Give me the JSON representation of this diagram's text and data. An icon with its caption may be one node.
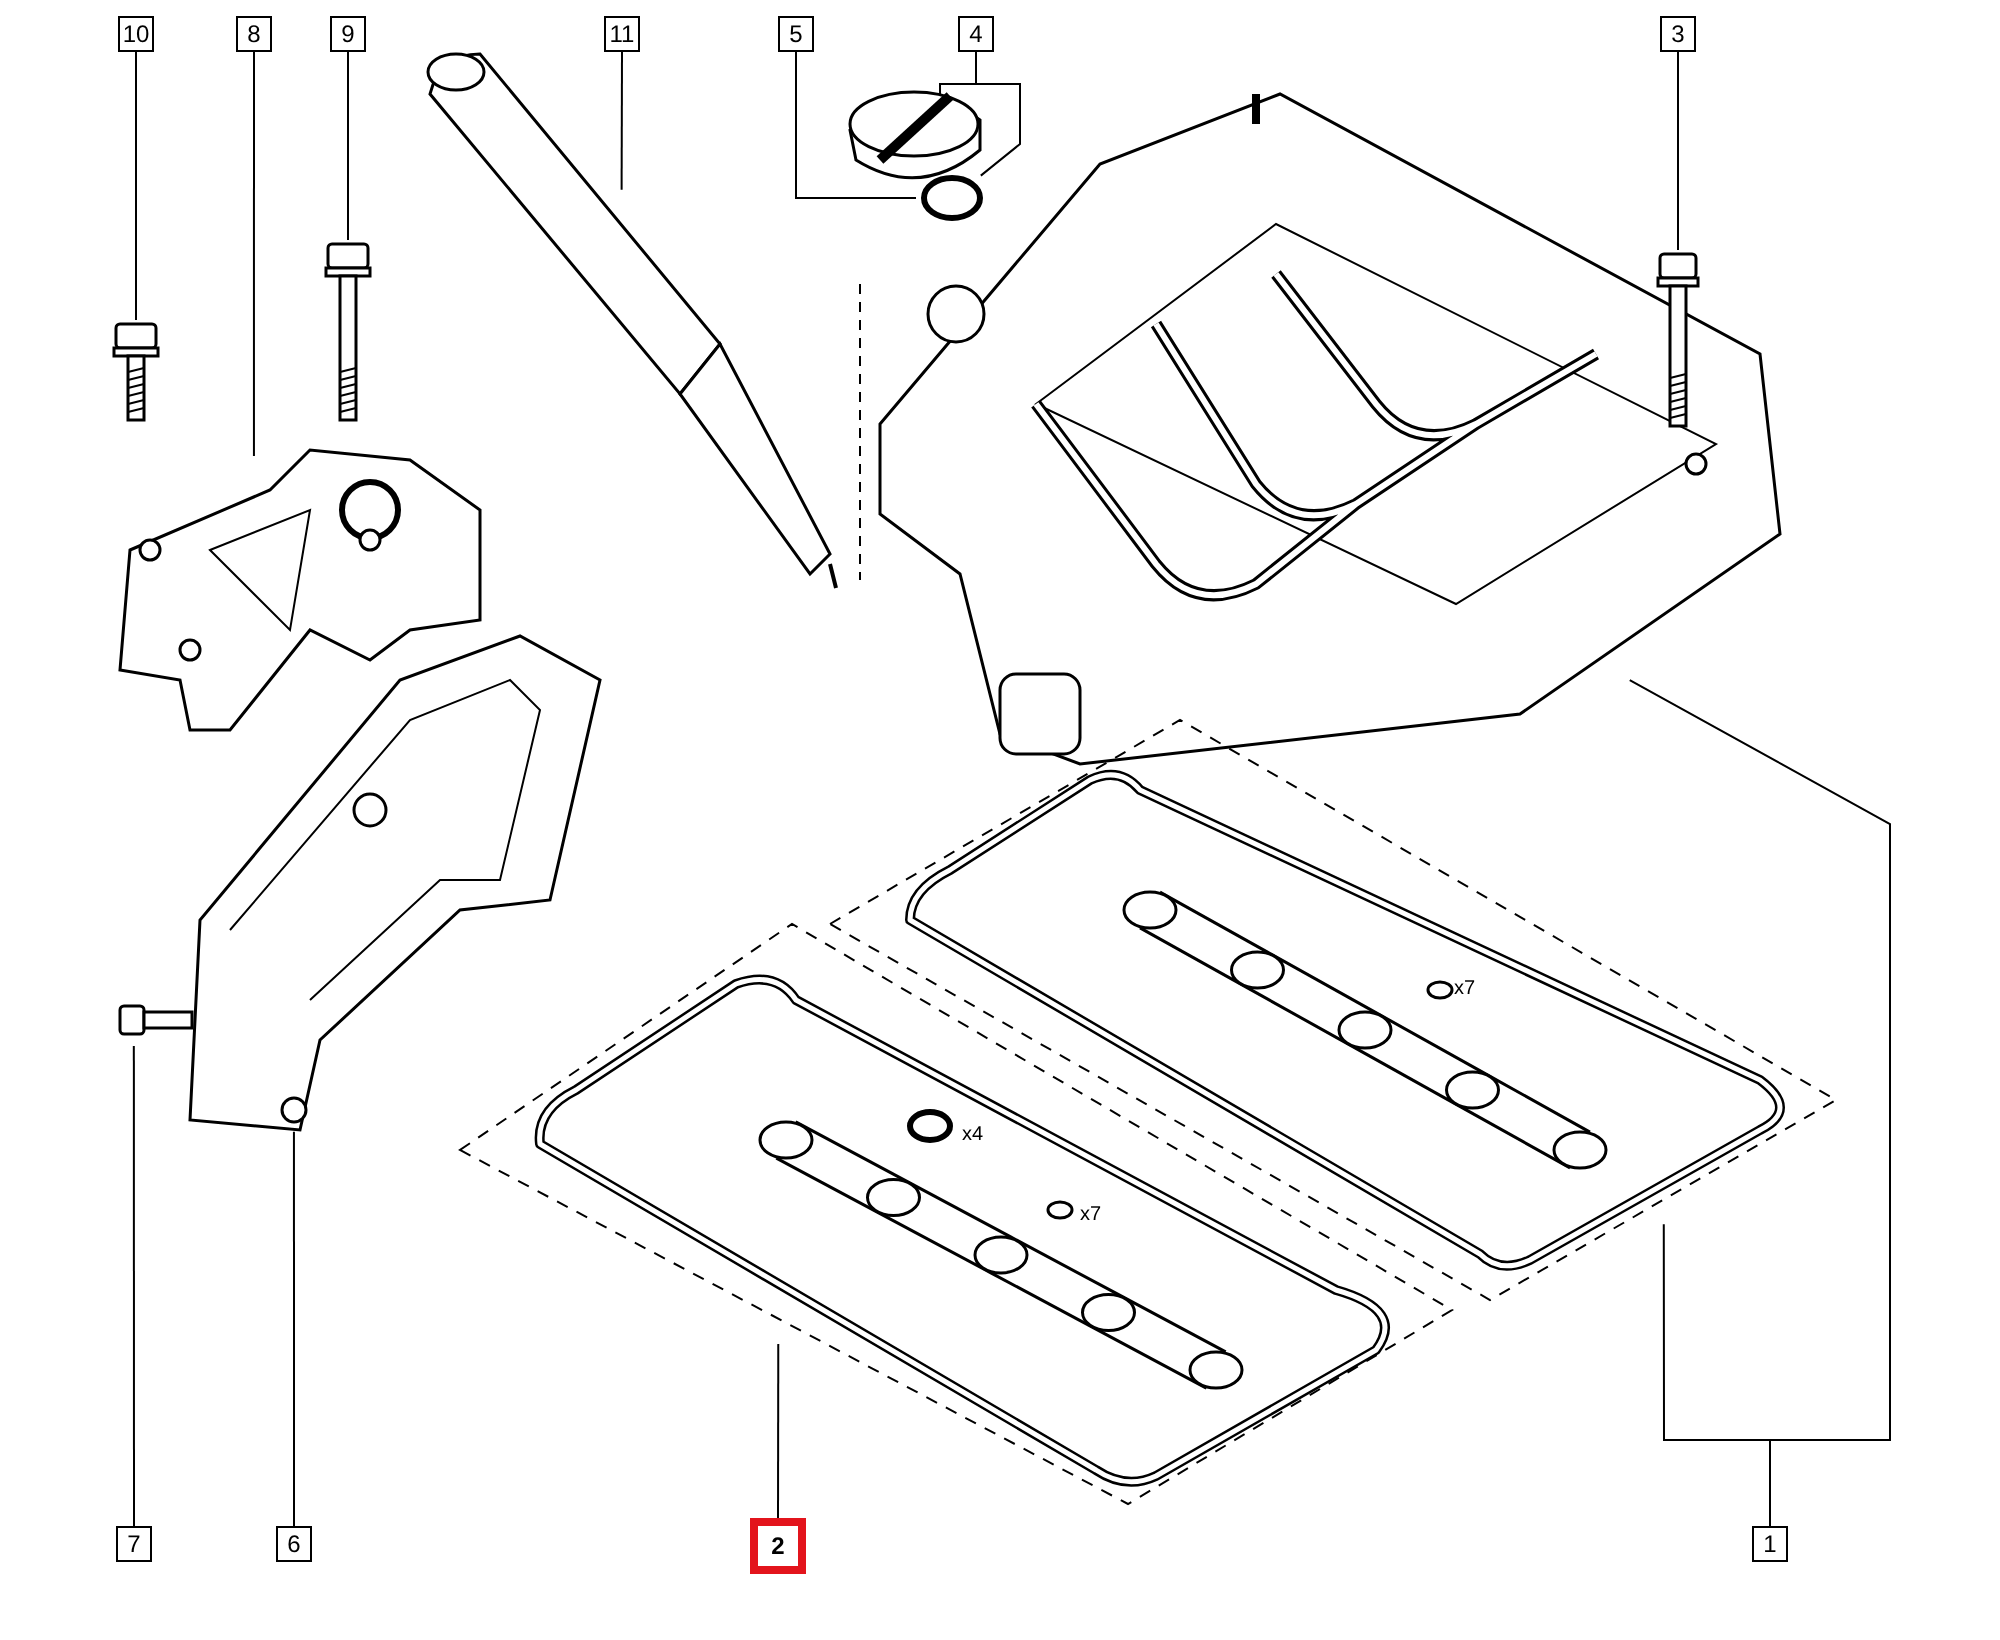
{
  "diagram": {
    "nodes": [
      {
        "text": [
          "10"
        ]
      },
      {
        "text": [
          "8"
        ]
      },
      {
        "text": [
          "9"
        ]
      },
      {
        "text": [
          "11"
        ]
      },
      {
        "text": [
          "5"
        ]
      },
      {
        "text": [
          "4"
        ]
      },
      {
        "text": [
          "3"
        ]
      },
      {
        "text": [
          "7"
        ]
      },
      {
        "text": [
          "6"
        ]
      },
      {
        "text": [
          "2"
        ]
      },
      {
        "text": [
          "1"
        ]
      },
      {
        "text": [],
        "shape": "picture"
      },
      {
        "text": [],
        "shape": "circle"
      },
      {
        "text": [],
        "shape": "picture"
      },
      {
        "text": [],
        "shape": "picture",
        "in": 13
      },
      {
        "text": [],
        "shape": "picture"
      },
      {
        "text": [],
        "shape": "picture"
      },
      {
        "text": [],
        "shape": "picture"
      },
      {
        "text": [],
        "shape": "picture"
      },
      {
        "text": [],
        "shape": "picture"
      },
      {
        "text": [],
        "shape": "picture"
      },
      {
        "text": [],
        "shape": "picture"
      },
      {
        "text": [],
        "shape": "picture"
      }
    ],
    "edges": [
      {
        "from": 0,
        "to": 16,
        "arrow": "none"
      },
      {
        "from": 1,
        "to": 17,
        "arrow": "none"
      },
      {
        "from": 2,
        "to": 15,
        "arrow": "none"
      },
      {
        "from": 3,
        "to": 18,
        "arrow": "none"
      },
      {
        "from": 4,
        "to": 12,
        "arrow": "none"
      },
      {
        "from": 5,
        "to": 11,
        "arrow": "none"
      },
      {
        "from": 5,
        "to": 12,
        "arrow": "none"
      },
      {
        "from": 6,
        "to": 14,
        "arrow": "none"
      },
      {
        "from": 7,
        "to": 20,
        "arrow": "none"
      },
      {
        "from": 8,
        "to": 19,
        "arrow": "none"
      },
      {
        "from": 9,
        "to": 21,
        "arrow": "none"
      },
      {
        "from": 10,
        "to": 22,
        "arrow": "none"
      },
      {
        "from": 10,
        "to": 13,
        "arrow": "none"
      }
    ],
    "labels": [
      "x4",
      "x7",
      "x7"
    ]
  }
}
